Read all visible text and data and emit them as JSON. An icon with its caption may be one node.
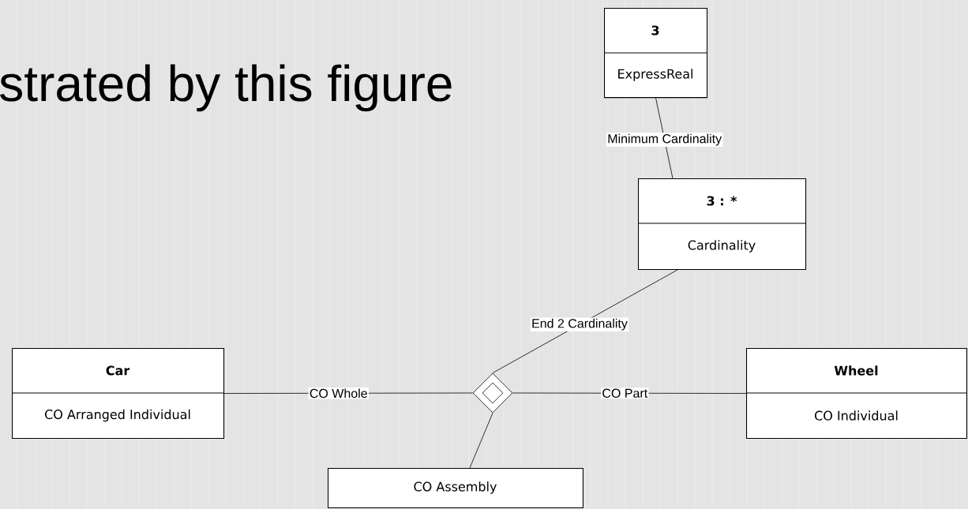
{
  "diagram": {
    "title": "strated by this figure",
    "nodes": [
      {
        "text": [
          "3",
          "ExpressReal"
        ]
      },
      {
        "text": [
          "3 : *",
          "Cardinality"
        ]
      },
      {
        "text": [
          "Car",
          "CO Arranged Individual"
        ]
      },
      {
        "text": [],
        "shape": "diamond"
      },
      {
        "text": [
          "Wheel",
          "CO Individual"
        ]
      },
      {
        "text": [
          "CO Assembly"
        ]
      }
    ],
    "edges": [
      {
        "from": 0,
        "to": 1,
        "arrow": "none",
        "label": "Minimum Cardinality"
      },
      {
        "from": 1,
        "to": 3,
        "arrow": "none",
        "label": "End 2 Cardinality"
      },
      {
        "from": 2,
        "to": 3,
        "arrow": "none",
        "label": "CO Whole"
      },
      {
        "from": 3,
        "to": 4,
        "arrow": "none",
        "label": "CO Part"
      },
      {
        "from": 3,
        "to": 5,
        "arrow": "none"
      }
    ]
  }
}
